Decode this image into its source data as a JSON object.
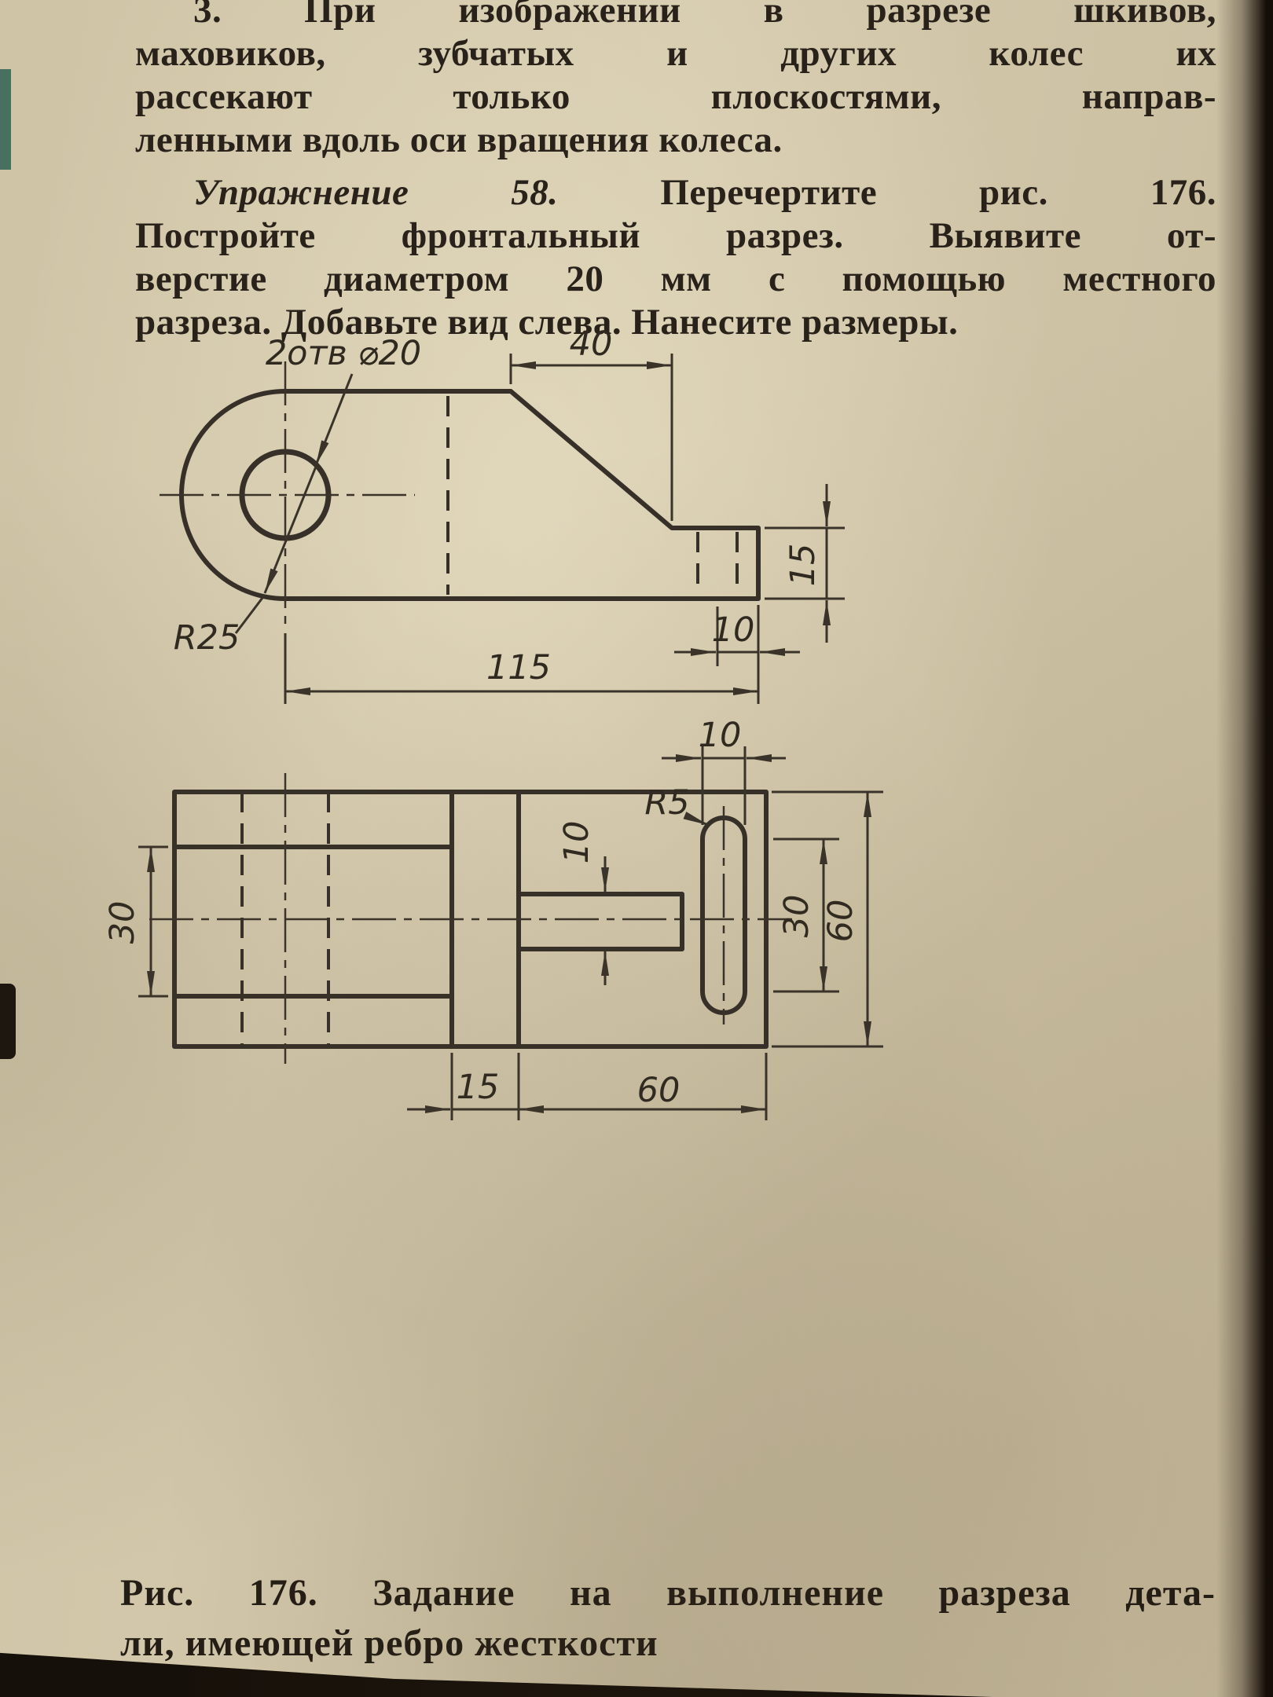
{
  "colors": {
    "paper": "#d0c5a8",
    "ink": "#29221b",
    "line": "#363028"
  },
  "paragraph3": {
    "lines": [
      "3. При изображении в разрезе шкивов,",
      "маховиков, зубчатых и других колес их",
      "рассекают только плоскостями, направ-",
      "ленными вдоль оси вращения колеса."
    ]
  },
  "exercise": {
    "label": "Упражнение 58.",
    "line1_rest": "Перечертите рис. 176.",
    "lines": [
      "Постройте фронтальный разрез. Выявите от-",
      "верстие диаметром 20 мм с помощью местного",
      "разреза. Добавьте вид слева. Нанесите размеры."
    ]
  },
  "front_view": {
    "hole_label": "2отв ⌀20",
    "radius_label": "R25",
    "dim_width_top": "40",
    "dim_height_right": "15",
    "dim_offset_right": "10",
    "dim_overall": "115"
  },
  "plan_view": {
    "dim_slot_width": "10",
    "slot_radius_label": "R5",
    "dim_rib_thickness": "10",
    "dim_bar_width": "30",
    "dim_slot_length": "30",
    "dim_overall_height": "60",
    "dim_step": "15",
    "dim_block_width": "60"
  },
  "caption": {
    "figure_label": "Рис. 176.",
    "line1_rest": "Задание на выполнение разреза дета-",
    "line2": "ли, имеющей ребро жесткости"
  }
}
